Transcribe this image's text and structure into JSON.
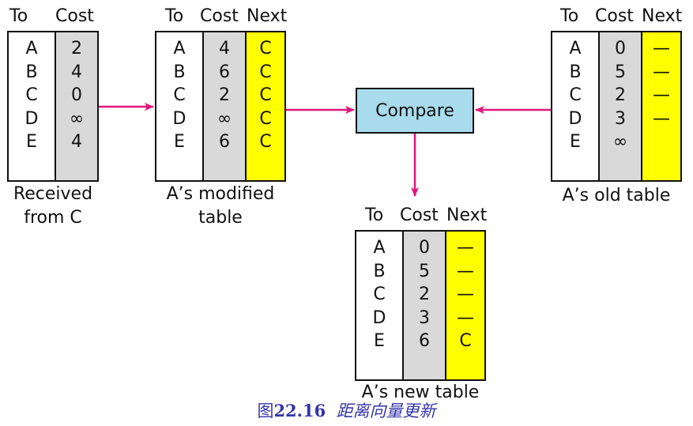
{
  "headers": {
    "to": "To",
    "cost": "Cost",
    "next": "Next"
  },
  "received_table": {
    "to": [
      "A",
      "B",
      "C",
      "D",
      "E"
    ],
    "cost": [
      "2",
      "4",
      "0",
      "∞",
      "4"
    ],
    "label_line1": "Received",
    "label_line2": "from C"
  },
  "modified_table": {
    "to": [
      "A",
      "B",
      "C",
      "D",
      "E"
    ],
    "cost": [
      "4",
      "6",
      "2",
      "∞",
      "6"
    ],
    "next": [
      "C",
      "C",
      "C",
      "C",
      "C"
    ],
    "label_line1": "A’s modified",
    "label_line2": "table"
  },
  "old_table": {
    "to": [
      "A",
      "B",
      "C",
      "D",
      "E"
    ],
    "cost": [
      "0",
      "5",
      "2",
      "3",
      "∞"
    ],
    "next": [
      "—",
      "—",
      "—",
      "—",
      ""
    ],
    "label": "A’s old table"
  },
  "new_table": {
    "to": [
      "A",
      "B",
      "C",
      "D",
      "E"
    ],
    "cost": [
      "0",
      "5",
      "2",
      "3",
      "6"
    ],
    "next": [
      "—",
      "—",
      "—",
      "—",
      "C"
    ],
    "label": "A’s new table"
  },
  "compare_label": "Compare",
  "caption": {
    "prefix": "图",
    "number": "22.16",
    "text": "距离向量更新"
  },
  "colors": {
    "cost_column": "#d9d9d9",
    "next_column": "#ffff00",
    "compare_box": "#a8dcec",
    "arrow": "#e0167a",
    "caption": "#3434a8"
  }
}
